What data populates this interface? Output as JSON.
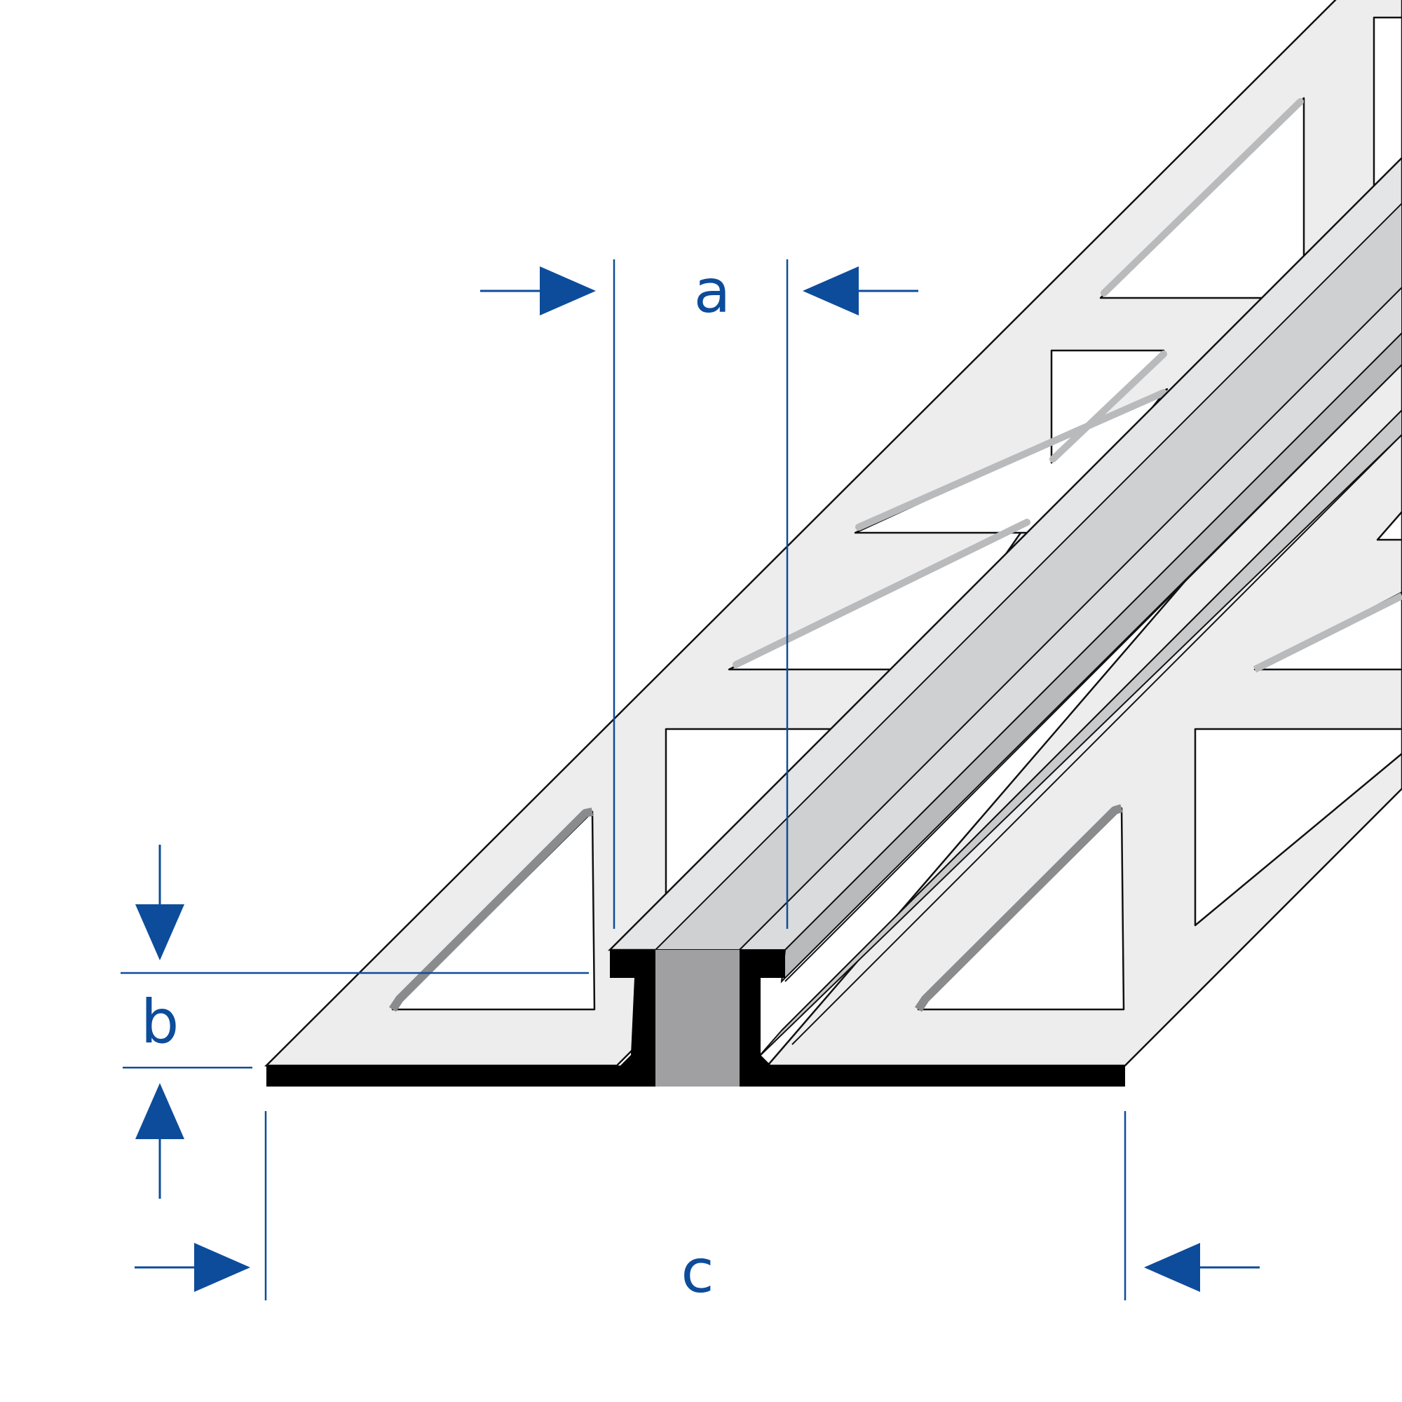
{
  "diagram": {
    "subject": "expansion-joint-profile",
    "labels": {
      "a": "a",
      "b": "b",
      "c": "c"
    },
    "colors": {
      "dimension": "#0d4c9b",
      "metal_face": "#ededee",
      "metal_shade": "#b9babc",
      "channel_top": "#cfd0d2",
      "insert": "#a0a0a2",
      "section": "#000000",
      "outline": "#111111"
    }
  }
}
